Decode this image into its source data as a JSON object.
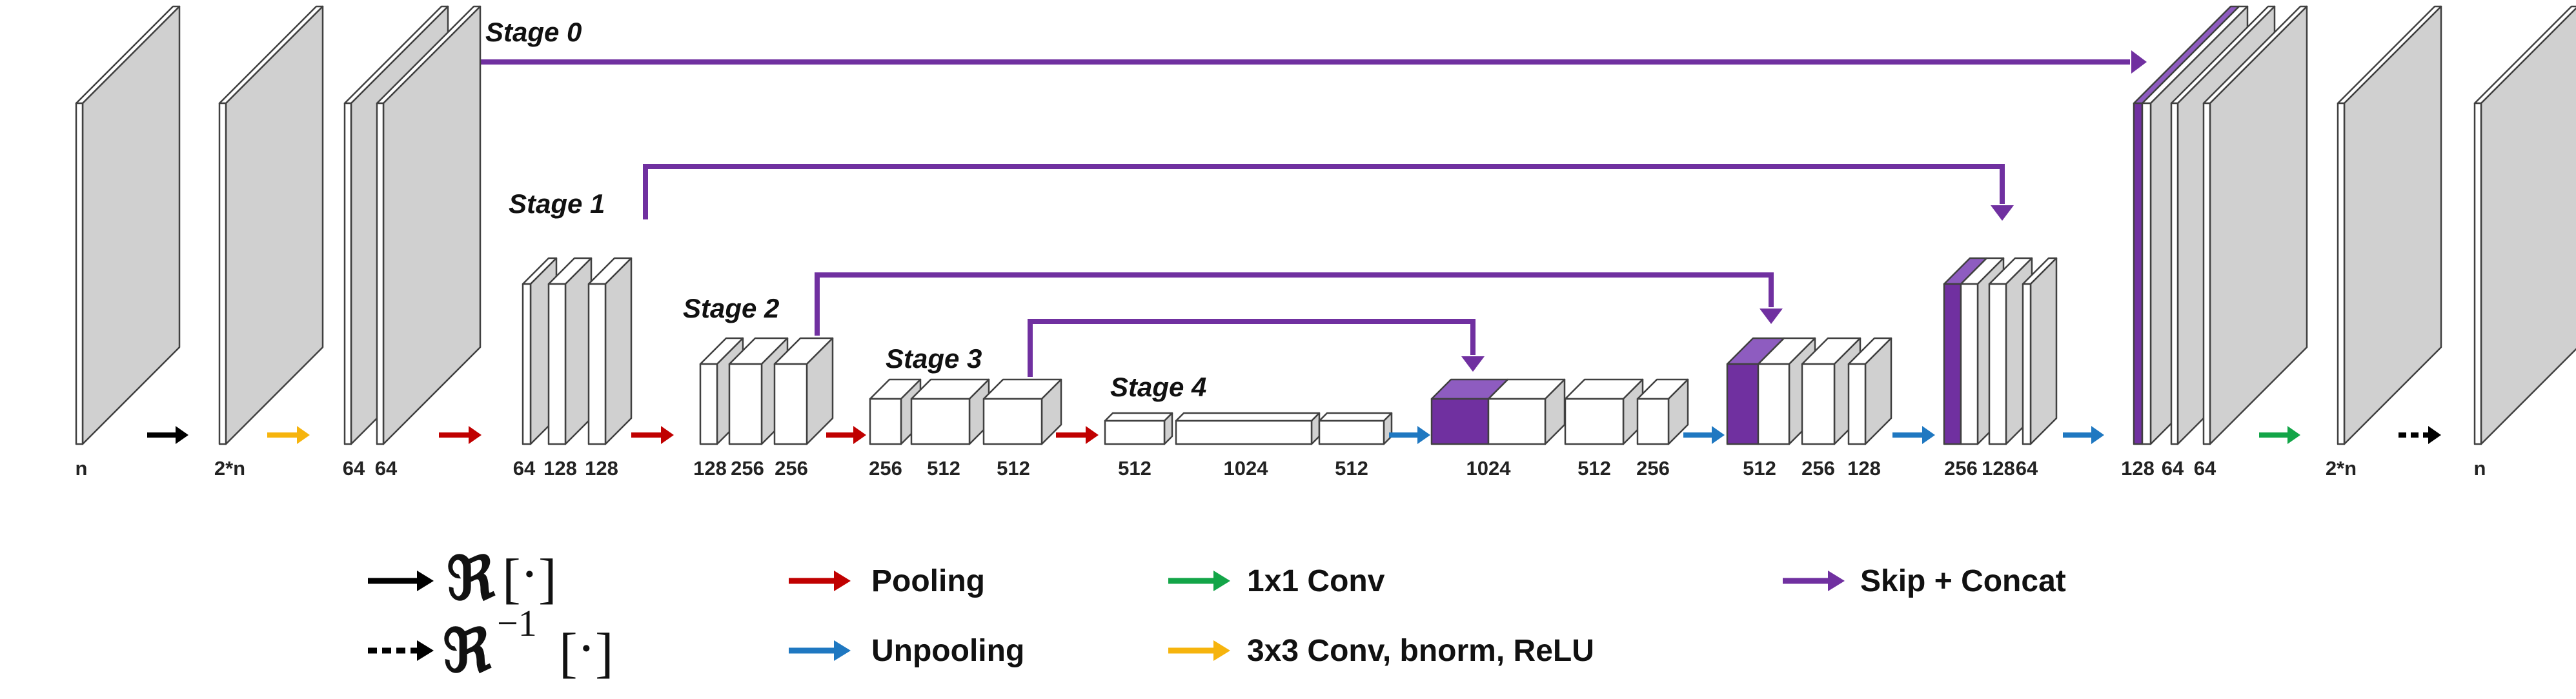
{
  "colors": {
    "pooling": "#c00000",
    "unpooling": "#1f78c1",
    "conv1x1": "#13a548",
    "conv3x3": "#f6b40d",
    "skip": "#7030a0",
    "transform": "#000000",
    "side_gray": "#d0d0d0",
    "face_white": "#ffffff",
    "face_purple": "#7030a0"
  },
  "channel_labels": [
    "n",
    "2*n",
    "64",
    "64",
    "64",
    "128",
    "128",
    "128",
    "256",
    "256",
    "256",
    "512",
    "512",
    "512",
    "1024",
    "512",
    "1024",
    "512",
    "256",
    "512",
    "256",
    "128",
    "256",
    "128",
    "64",
    "128",
    "64",
    "64",
    "2*n",
    "n"
  ],
  "stage_labels": [
    "Stage 0",
    "Stage 1",
    "Stage 2",
    "Stage 3",
    "Stage 4"
  ],
  "legend": {
    "transform_symbol": "ℜ",
    "inverse_exponent": "−1",
    "bracket_open": "[",
    "bracket_dot": "·",
    "bracket_close": "]",
    "pooling": "Pooling",
    "unpooling": "Unpooling",
    "conv1x1": "1x1 Conv",
    "conv3x3": "3x3 Conv, bnorm, ReLU",
    "skip_concat": "Skip + Concat"
  }
}
